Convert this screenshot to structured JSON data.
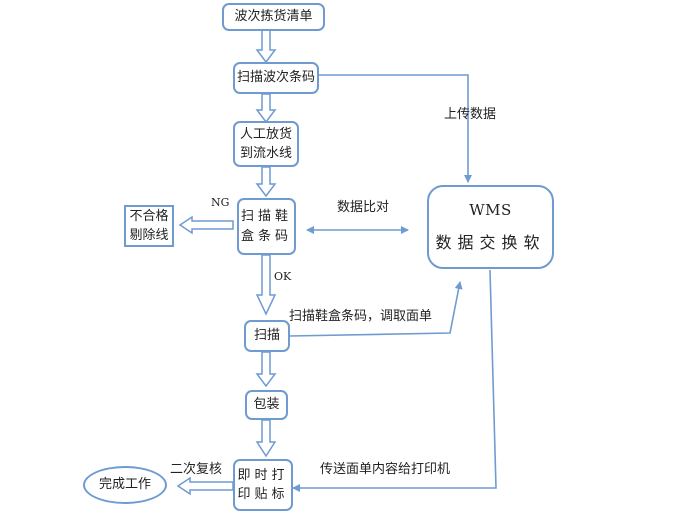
{
  "nodes": {
    "wave_list": "波次拣货清单",
    "scan_wave": "扫描波次条码",
    "manual_put": "人工放货\n到流水线",
    "scan_box": "扫描鞋\n盒条码",
    "reject_line": "不合格\n剔除线",
    "scan": "扫描",
    "pack": "包装",
    "print_label": "即时打\n印贴标",
    "done": "完成工作",
    "wms_title": "WMS",
    "wms_sub": "数据交换软"
  },
  "edge_labels": {
    "upload": "上传数据",
    "compare": "数据比对",
    "ng": "NG",
    "ok": "OK",
    "fetch_waybill": "扫描鞋盒条码，调取面单",
    "send_to_printer": "传送面单内容给打印机",
    "recheck": "二次复核"
  },
  "colors": {
    "stroke": "#6f9bd0"
  }
}
